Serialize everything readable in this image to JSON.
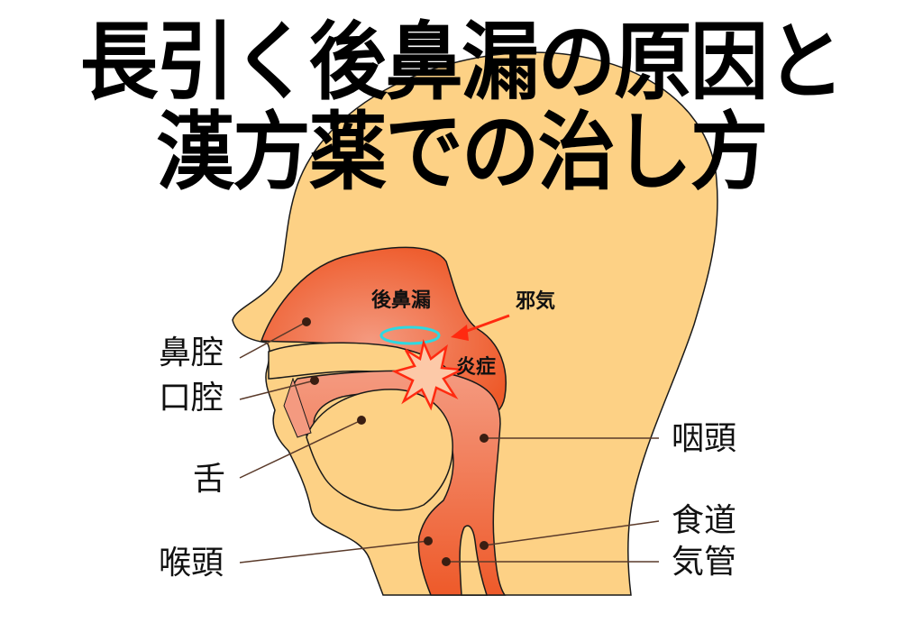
{
  "title": {
    "line1": "長引く後鼻漏の原因と",
    "line2": "漢方薬での治し方"
  },
  "diagram": {
    "type": "anatomical cross-section of head (sagittal view)",
    "colors": {
      "skin": "#FDD185",
      "cavity_dark": "#EE5A2A",
      "cavity_light": "#F49A80",
      "outline": "#1a1a1a",
      "leader_line": "#5a3a2a",
      "marker_dot": "#3a1e12",
      "ring": "#2ED8E0",
      "accent_red": "#FF2A10"
    },
    "inner_labels": {
      "postnasal_drip": "後鼻漏",
      "pathogen": "邪気",
      "inflammation": "炎症"
    },
    "labels": {
      "nasal_cavity": "鼻腔",
      "oral_cavity": "口腔",
      "tongue": "舌",
      "larynx": "喉頭",
      "pharynx": "咽頭",
      "esophagus": "食道",
      "trachea": "気管"
    }
  }
}
